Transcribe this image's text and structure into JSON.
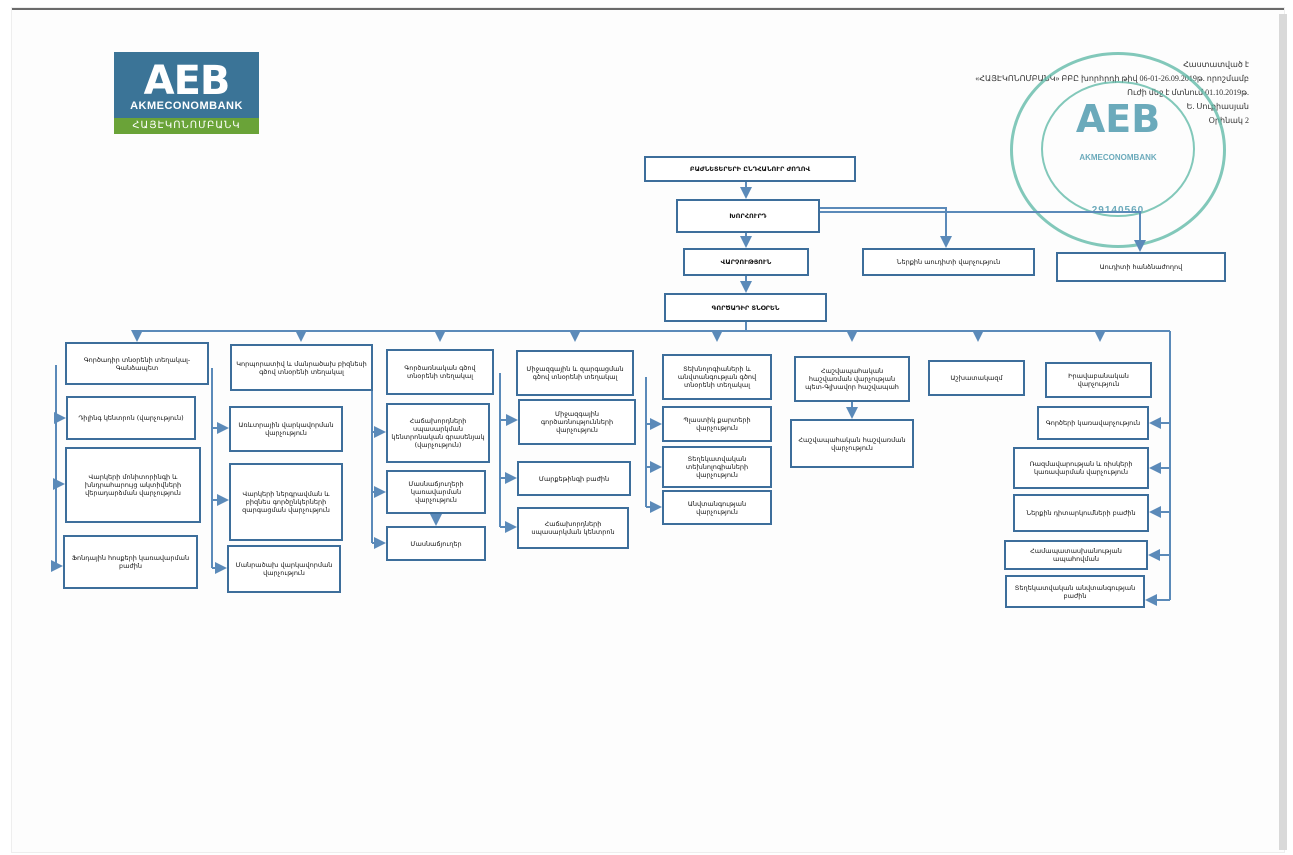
{
  "logo": {
    "mark": "AEB",
    "name": "AKMECONOMBANK",
    "armenian": "ՀԱՅԷԿՈՆՈՄԲԱՆԿ",
    "top_color": "#3b7497",
    "bottom_color": "#6aa338"
  },
  "approval": {
    "lines": [
      "Հաստատված է",
      "«ՀԱՅԷԿՈՆՈՄԲԱՆԿ» ԲԲԸ խորհրդի թիվ 06-01-26.09.2019թ. որոշմամբ",
      "Ուժի մեջ է մտնում 01.10.2019թ.",
      "Ե. Սուքիասյան",
      "Օրինակ 2"
    ]
  },
  "stamp": {
    "mark": "AEB",
    "name": "AKMECONOMBANK",
    "number": "29140560",
    "color": "#5ab7a4"
  },
  "org": {
    "shareholders": "ԲԱԺՆԵՏԵՐԵՐԻ ԸՆԴՀԱՆՈՒՐ ԺՈՂՈՎ",
    "council": "ԽՈՐՀՈՒՐԴ",
    "management": "ՎԱՐՉՈՒԹՅՈՒՆ",
    "internal_audit": "Ներքին աուդիտի վարչություն",
    "audit_committee": "Աուդիտի հանձնաժողով",
    "executives": "ԳՈՐԾԱԴԻՐ ՏՆՕՐԵՆ",
    "columns": [
      {
        "head": "Գործադիր տնօրենի տեղակալ-Գանձապետ",
        "items": [
          "Դիլինգ կենտրոն (վարչություն)",
          "Վարկերի մոնիտորինգի և խնդրահարույց ակտիվների վերադարձման վարչություն",
          "Ֆոնդային հոսքերի կառավարման բաժին"
        ]
      },
      {
        "head": "Կորպորատիվ և մանրածախ բիզնեսի գծով տնօրենի տեղակալ",
        "items": [
          "Առևտրային վարկավորման վարչություն",
          "Վարկերի ներգրավման և բիզնես գործընկերների զարգացման վարչություն",
          "Մանրածախ վարկավորման վարչություն"
        ]
      },
      {
        "head": "Գործառնական գծով տնօրենի տեղակալ",
        "items": [
          "Հաճախորդների սպասարկման կենտրոնական գրասենյակ (վարչություն)",
          "Մասնաճյուղերի կառավարման վարչություն",
          "Մասնաճյուղեր"
        ]
      },
      {
        "head": "Միջազգային և զարգացման գծով տնօրենի տեղակալ",
        "items": [
          "Միջազգային գործառնությունների վարչություն",
          "Մարքեթինգի բաժին",
          "Հաճախորդների սպասարկման կենտրոն"
        ]
      },
      {
        "head": "Տեխնոլոգիաների և անվտանգության գծով տնօրենի տեղակալ",
        "items": [
          "Պլաստիկ քարտերի վարչություն",
          "Տեղեկատվական տեխնոլոգիաների վարչություն",
          "Անվտանգության վարչություն"
        ]
      },
      {
        "head": "Հաշվապահական հաշվառման վարչության պետ-Գլխավոր հաշվապահ",
        "items": [
          "Հաշվապահական հաշվառման վարչություն"
        ]
      },
      {
        "head": "Աշխատակազմ",
        "items": []
      },
      {
        "head": "Իրավաբանական վարչություն",
        "items": [
          "Գործերի կառավարչություն",
          "Ռազմավարության և ռիսկերի կառավարման վարչություն",
          "Ներքին դիտարկումների բաժին",
          "Համապատասխանության ապահովման",
          "Տեղեկատվական անվտանգության բաժին"
        ]
      }
    ]
  },
  "colors": {
    "box_border": "#3d6e9b",
    "connector": "#5b8ab9"
  }
}
